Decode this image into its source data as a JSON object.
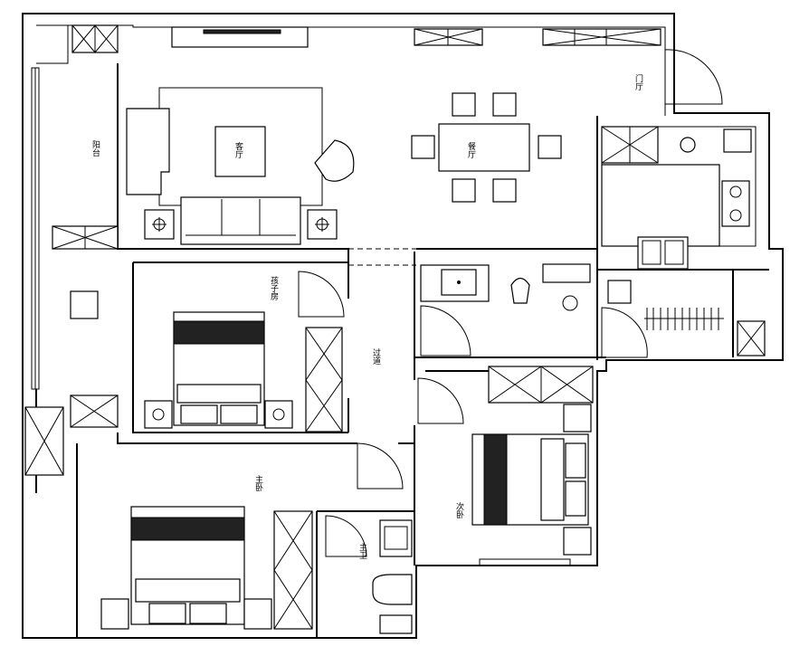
{
  "plan": {
    "rooms": {
      "balcony": "阳台",
      "living": "客厅",
      "dining": "餐厅",
      "foyer": "门厅",
      "kids": "孩子房",
      "corridor": "过道",
      "master": "主卧",
      "master_bath": "主卫",
      "second": "次卧"
    }
  }
}
